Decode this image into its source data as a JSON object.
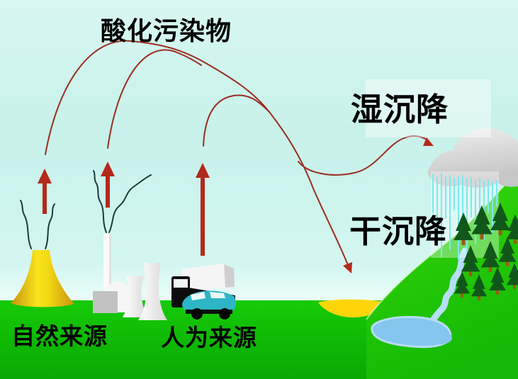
{
  "diagram": {
    "type": "acid-deposition-process",
    "labels": {
      "pollutants": "酸化污染物",
      "wet_deposition": "湿沉降",
      "dry_deposition": "干沉降",
      "natural_source": "自然来源",
      "manmade_source": "人为来源"
    },
    "icons": [
      "up-arrow-icon",
      "emission-arc-icon",
      "wet-deposition-arrow-icon",
      "dry-deposition-arrow-icon",
      "volcano-icon",
      "smoke-icon",
      "chimney-icon",
      "factory-icon",
      "cooling-tower-icon",
      "truck-icon",
      "car-icon",
      "cloud-icon",
      "rain-icon",
      "hill-icon",
      "tree-icon",
      "stream-icon",
      "pond-icon",
      "yellow-patch-icon"
    ],
    "colors": {
      "sky_top": "#d9f7f2",
      "sky_mid": "#c7f1ea",
      "sky_horizon": "#eafdf9",
      "ground_top": "#16cb08",
      "ground_bottom": "#09a802",
      "hill_green": "#2fd506",
      "arrow_red": "#b3291b",
      "arc_red": "#9a2d20",
      "volcano_gold": "#c8920e",
      "volcano_bright": "#f8e41c",
      "patch_yellow": "#ffd60a",
      "cloud_gray": "#c9c9c9",
      "rain_cyan": "#7ce8f0",
      "pond_blue": "#85c6ee",
      "stream_blue": "#b7ddf6",
      "tree_green": "#11571a",
      "trunk_brown": "#9c5a17",
      "vehicle_teal": "#2eb6c6",
      "smoke_dark": "#1d3b38",
      "text_color": "#000000"
    }
  }
}
